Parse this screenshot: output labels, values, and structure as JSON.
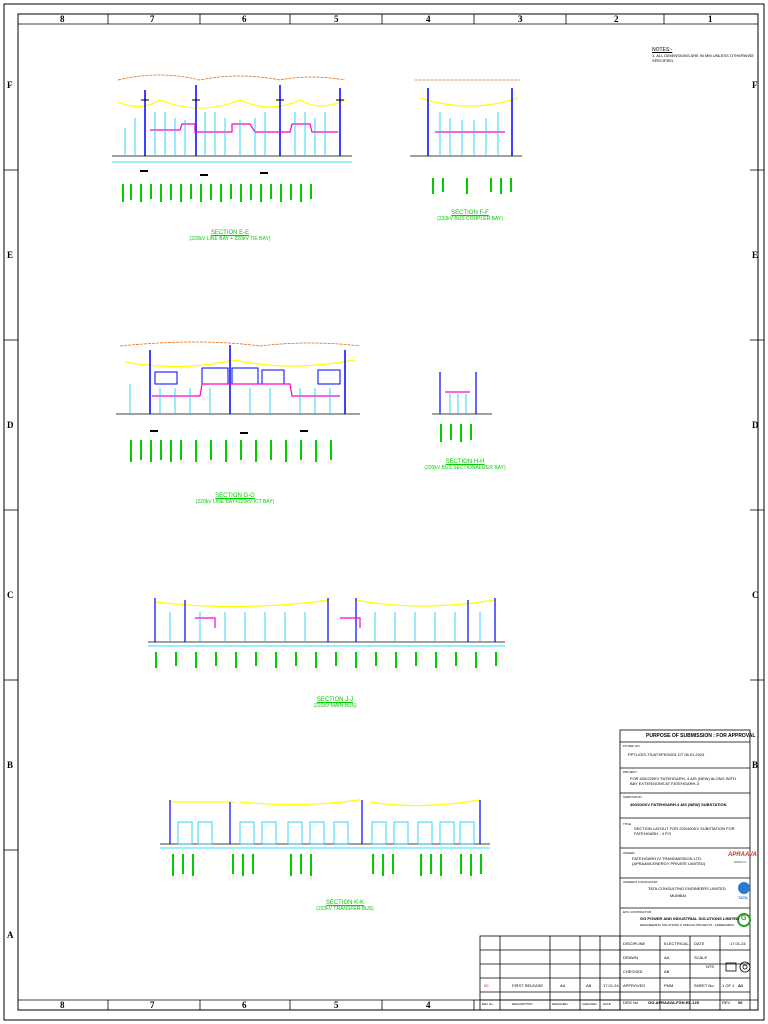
{
  "zones": {
    "columns": [
      "8",
      "7",
      "6",
      "5",
      "4",
      "3",
      "2",
      "1"
    ],
    "rows": [
      "F",
      "E",
      "D",
      "C",
      "B",
      "A"
    ]
  },
  "notes": {
    "heading": "NOTES:-",
    "items": [
      "1.  ALL DIMENSIONS ARE IN MM UNLESS OTHERWISE SPECIFIED."
    ]
  },
  "sections": [
    {
      "id": "ee",
      "title": "SECTION E-E",
      "subtitle": "(220kV LINE BAY + 220kV TIE BAY)"
    },
    {
      "id": "ff",
      "title": "SECTION F-F",
      "subtitle": "(220kV BUS COUPLER BAY)"
    },
    {
      "id": "gg",
      "title": "SECTION G-G",
      "subtitle": "(220kV LINE BAY+220kV ICT BAY)"
    },
    {
      "id": "hh",
      "title": "SECTION H-H",
      "subtitle": "(220kV BUS SECTIONALIZER BAY)"
    },
    {
      "id": "jj",
      "title": "SECTION J-J",
      "subtitle": "(220kV MAIN BUS)"
    },
    {
      "id": "kk",
      "title": "SECTION K-K",
      "subtitle": "(220kV TRANSFER BUS)"
    }
  ],
  "title_block": {
    "purpose": "PURPOSE OF SUBMISSION :  FOR APPROVAL",
    "ref_label": "PO REF NO:",
    "ref_value": "PPTL/GIS-TS/ATSPKS/001 DT 08.01.2024",
    "project_label": "PROJECT",
    "project_value": "FOR 400/220KV FATEHGARH- 4 AIS (NEW) ALONG WITH BAY EXTENSIONS AT FATEHGARH-3",
    "substation_label": "SUBSTATION",
    "substation_value": "400/220KV FATEHGARH-4 AIS (NEW) SUBSTATION",
    "title_label": "TITLE",
    "title_value": "SECTION LAYOUT FOR 220/400KV SUBSTATION FOR FATEHGARH - 4 P.S",
    "owner_label": "OWNER",
    "owner_value": "FATEHGARH IV TRANSMISSION LTD. (APRAAVA ENERGY PRIVATE LIMITED)",
    "owner_logo": "APRAAVA",
    "owner_logo_sub": "ENERGY",
    "consultant_label": "OWNER'S CONSULTANT",
    "consultant_value": "TATA CONSULTING ENGINEERS LIMITED",
    "consultant_sub": "MUMBAI",
    "consultant_logo": "TATA",
    "contractor_label": "EPC CONTRACTOR",
    "contractor_value": "GG POWER AND INDUSTRIAL SOLUTIONS LIMITED",
    "contractor_sub": "ENGINEERING SOLUTIONS & SPECIAL PROJECTS - AHMEDABAD",
    "contractor_logo": "G",
    "rows": [
      {
        "label": "DISCIPLINE",
        "value": "ELECTRICAL",
        "label2": "DATE",
        "value2": "17.01.24"
      },
      {
        "label": "DRAWN",
        "value": "AA",
        "label2": "SCALE",
        "value2": "NTS"
      },
      {
        "label": "CHECKED",
        "value": "AB",
        "label2": "",
        "value2": ""
      },
      {
        "label": "APPROVED",
        "value": "PMM",
        "label2": "SHEET No.",
        "value2": "1 OF 1"
      }
    ],
    "size": "A1",
    "drg_label": "DRG No",
    "drg_no": "GG-APRAAVA-FGH-EL-125",
    "rev_label": "REV",
    "rev": "00",
    "revision_row": {
      "rev": "00",
      "desc": "FIRST RELEASE",
      "by": "AA",
      "chk": "AB",
      "date": "17.01.24"
    },
    "revision_headers": {
      "rev": "REV No",
      "desc": "DESCRIPTION",
      "by": "DESIGNED",
      "chk": "CHECKED",
      "date": "DATE"
    }
  }
}
